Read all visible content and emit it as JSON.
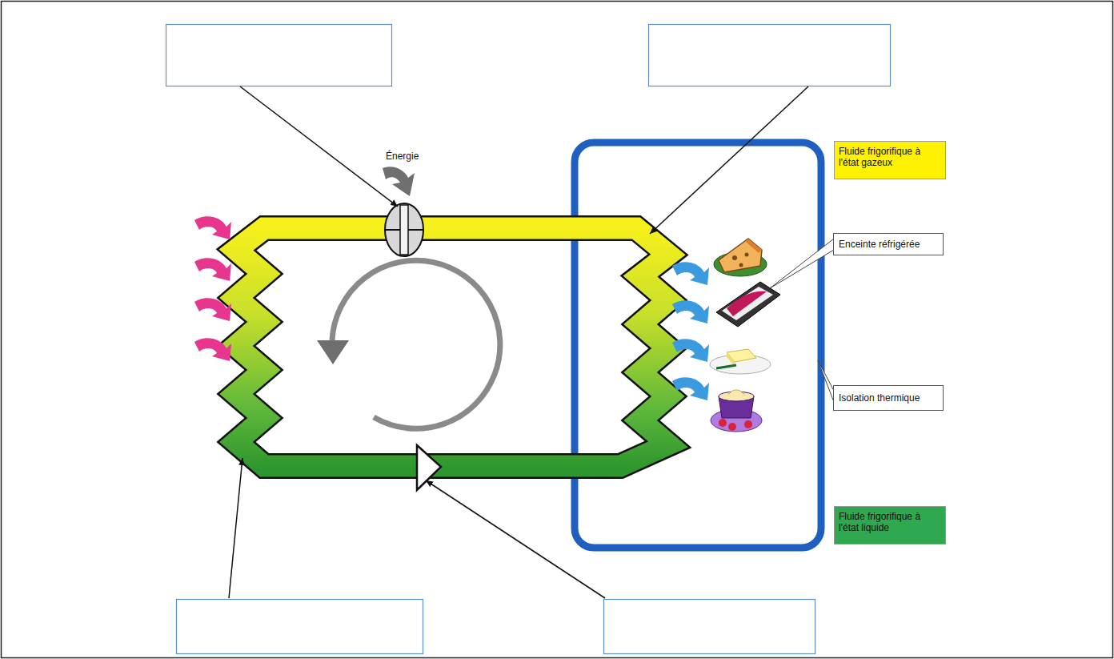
{
  "diagram": {
    "nodes": [
      {
        "text": [
          "Enceinte réfrigérée"
        ]
      },
      {
        "text": [
          "Isolation thermique"
        ]
      }
    ],
    "labels": [
      "Énergie"
    ],
    "legend": [
      {
        "text": "Fluide frigorifique à l'état gazeux",
        "color": "#fff200"
      },
      {
        "text": "Fluide frigorifique à l'état liquide",
        "color": "#2fa84f"
      }
    ]
  }
}
